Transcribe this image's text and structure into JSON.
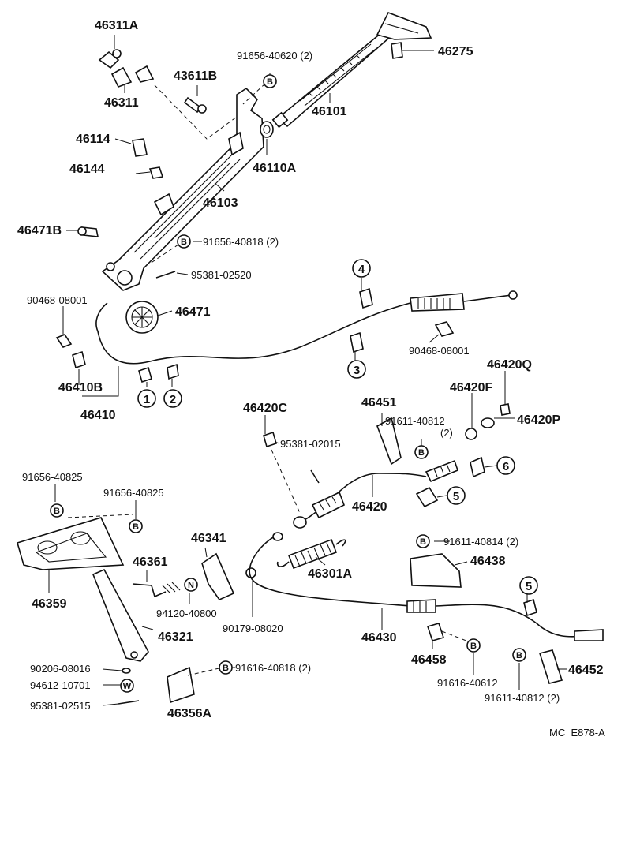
{
  "diagram": {
    "code": "MC  E878-A",
    "parts": [
      {
        "id": "p46311A",
        "label": "46311A"
      },
      {
        "id": "p46311",
        "label": "46311"
      },
      {
        "id": "p43611B",
        "label": "43611B"
      },
      {
        "id": "p91656_40620",
        "label": "91656-40620 (2)"
      },
      {
        "id": "p46275",
        "label": "46275"
      },
      {
        "id": "p46101",
        "label": "46101"
      },
      {
        "id": "p46114",
        "label": "46114"
      },
      {
        "id": "p46144",
        "label": "46144"
      },
      {
        "id": "p46110A",
        "label": "46110A"
      },
      {
        "id": "p46103",
        "label": "46103"
      },
      {
        "id": "p46471B",
        "label": "46471B"
      },
      {
        "id": "p91656_40818",
        "label": "91656-40818 (2)"
      },
      {
        "id": "p95381_02520",
        "label": "95381-02520"
      },
      {
        "id": "p90468_08001a",
        "label": "90468-08001"
      },
      {
        "id": "p46471",
        "label": "46471"
      },
      {
        "id": "p46410B",
        "label": "46410B"
      },
      {
        "id": "p46410",
        "label": "46410"
      },
      {
        "id": "p90468_08001b",
        "label": "90468-08001"
      },
      {
        "id": "p46420Q",
        "label": "46420Q"
      },
      {
        "id": "p46420F",
        "label": "46420F"
      },
      {
        "id": "p46420P",
        "label": "46420P"
      },
      {
        "id": "p46420C",
        "label": "46420C"
      },
      {
        "id": "p46451",
        "label": "46451"
      },
      {
        "id": "p91611_40812a",
        "label": "91611-40812"
      },
      {
        "id": "p91611_40812a_qty",
        "label": "(2)"
      },
      {
        "id": "p95381_02015",
        "label": "95381-02015"
      },
      {
        "id": "p91656_40825a",
        "label": "91656-40825"
      },
      {
        "id": "p91656_40825b",
        "label": "91656-40825"
      },
      {
        "id": "p46420",
        "label": "46420"
      },
      {
        "id": "p46341",
        "label": "46341"
      },
      {
        "id": "p91611_40814",
        "label": "91611-40814 (2)"
      },
      {
        "id": "p46438",
        "label": "46438"
      },
      {
        "id": "p46359",
        "label": "46359"
      },
      {
        "id": "p46361",
        "label": "46361"
      },
      {
        "id": "p46301A",
        "label": "46301A"
      },
      {
        "id": "p94120_40800",
        "label": "94120-40800"
      },
      {
        "id": "p90179_08020",
        "label": "90179-08020"
      },
      {
        "id": "p46321",
        "label": "46321"
      },
      {
        "id": "p46430",
        "label": "46430"
      },
      {
        "id": "p46458",
        "label": "46458"
      },
      {
        "id": "p90206_08016",
        "label": "90206-08016"
      },
      {
        "id": "p91616_40818",
        "label": "91616-40818 (2)"
      },
      {
        "id": "p46452",
        "label": "46452"
      },
      {
        "id": "p94612_10701",
        "label": "94612-10701"
      },
      {
        "id": "p91616_40612",
        "label": "91616-40612"
      },
      {
        "id": "p91611_40812b",
        "label": "91611-40812 (2)"
      },
      {
        "id": "p95381_02515",
        "label": "95381-02515"
      },
      {
        "id": "p46356A",
        "label": "46356A"
      }
    ],
    "markers": {
      "b": "B",
      "n": "N",
      "w": "W"
    },
    "callouts": [
      "1",
      "2",
      "3",
      "4",
      "5",
      "6",
      "5"
    ]
  }
}
